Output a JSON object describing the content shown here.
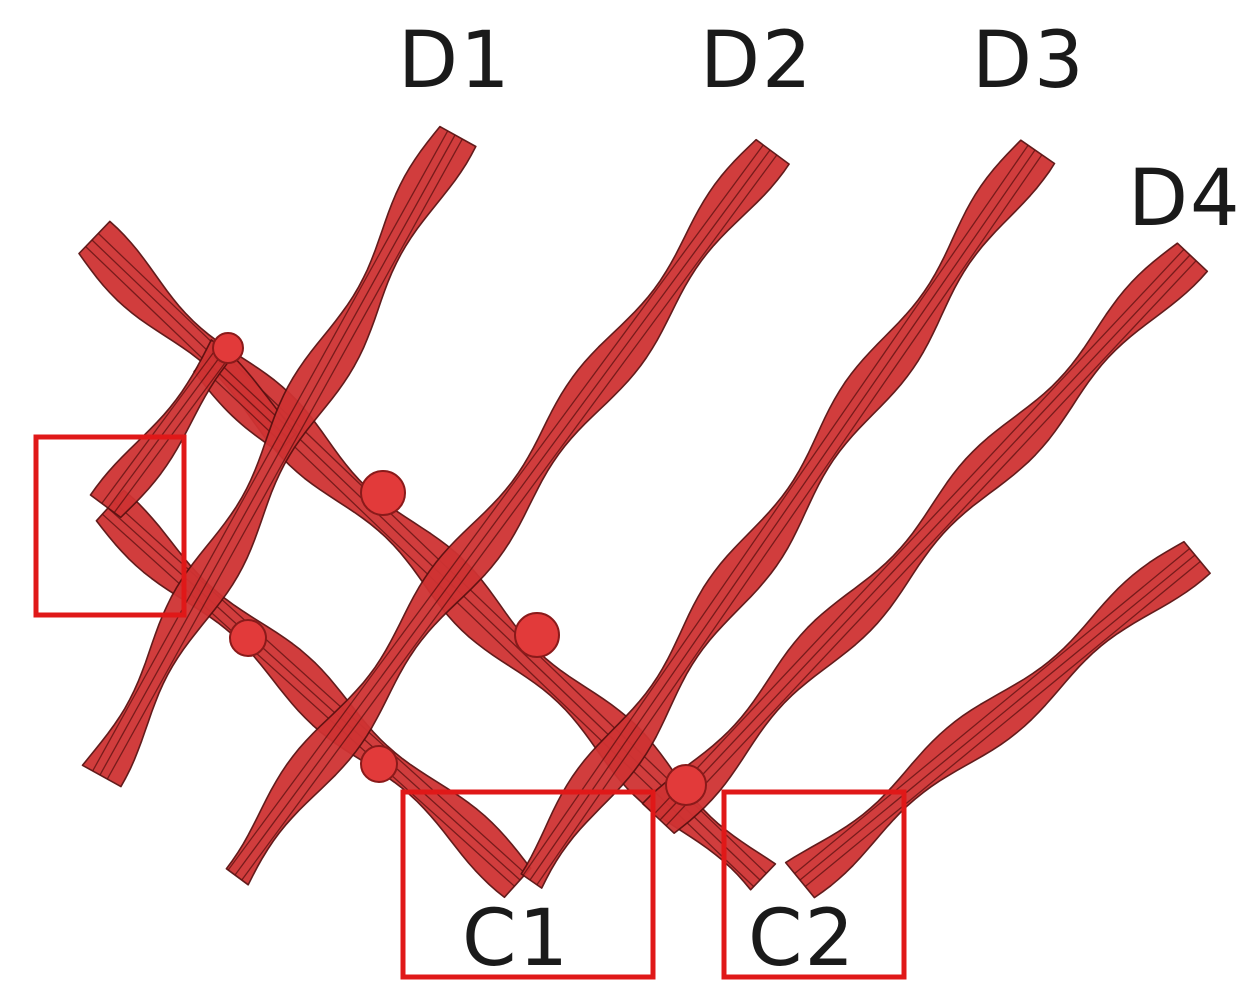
{
  "figure": {
    "accent_color": "#d93535",
    "strut_color": "#cf3333",
    "strut_edge_color": "#5a1010",
    "highlight_box_color": "#e01818",
    "labels": {
      "d1": "D1",
      "d2": "D2",
      "d3": "D3",
      "d4": "D4",
      "c1": "C1",
      "c2": "C2"
    }
  }
}
